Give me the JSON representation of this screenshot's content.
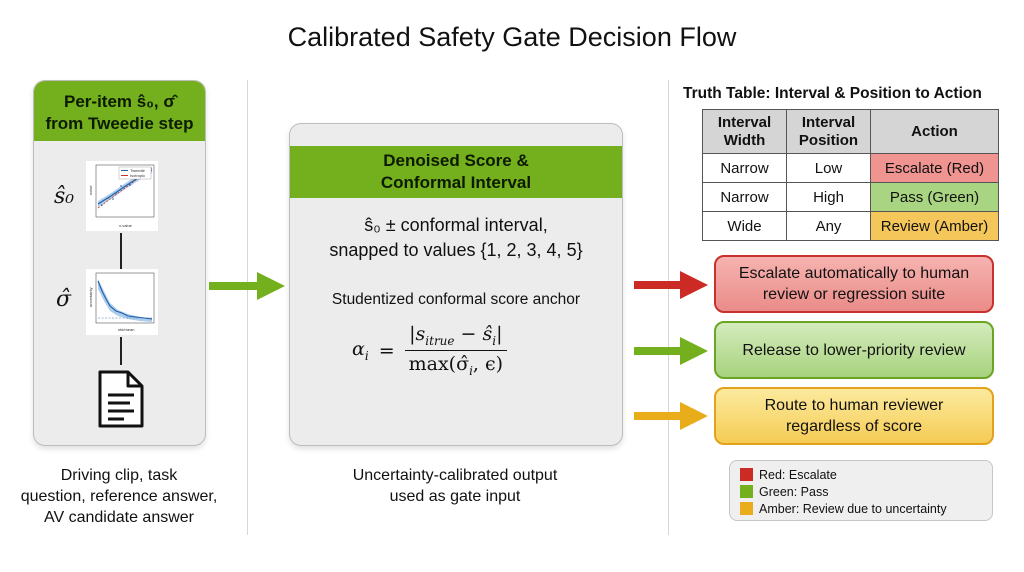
{
  "title": "Calibrated Safety Gate Decision Flow",
  "left_panel": {
    "header_line1": "Per-item ŝ₀, σ̂",
    "header_line2": "from Tweedie step",
    "label_s0": "ŝ₀",
    "label_sigma": "σ̂",
    "mini_chart_1": {
      "legend": [
        "Tweedie",
        "Isotropic"
      ],
      "xlabel": "x-value",
      "ylabel": "noise"
    },
    "mini_chart_2": {
      "xlabel": "std/mean",
      "ylabel": "uncertainty"
    },
    "doc_icon": "document-icon",
    "caption": [
      "Driving clip, task",
      "question, reference answer,",
      "AV candidate answer"
    ]
  },
  "middle_panel": {
    "header_line1": "Denoised Score &",
    "header_line2": "Conformal Interval",
    "line1": "ŝ₀ ± conformal interval,",
    "line2": "snapped to values {1, 2, 3, 4, 5}",
    "anchor_text": "Studentized conformal score anchor",
    "formula": {
      "lhs": "α",
      "lhs_sub": "i",
      "numerator": "|s",
      "numerator_sub": "itrue",
      "numerator_rest": " − ŝ",
      "numerator_sub2": "i",
      "numerator_end": "|",
      "denominator": "max(σ̂",
      "denominator_sub": "i",
      "denominator_rest": ", ϵ)"
    },
    "caption": [
      "Uncertainty-calibrated output",
      "used as gate input"
    ]
  },
  "truth_table": {
    "title": "Truth Table: Interval & Position to Action",
    "headers": [
      [
        "Interval",
        "Width"
      ],
      [
        "Interval",
        "Position"
      ],
      [
        "Action"
      ]
    ],
    "rows": [
      {
        "width": "Narrow",
        "position": "Low",
        "action": "Escalate (Red)"
      },
      {
        "width": "Narrow",
        "position": "High",
        "action": "Pass (Green)"
      },
      {
        "width": "Wide",
        "position": "Any",
        "action": "Review (Amber)"
      }
    ]
  },
  "actions": [
    {
      "lines": [
        "Escalate automatically to human",
        "review or regression suite"
      ]
    },
    {
      "lines": [
        "Release to lower-priority review"
      ]
    },
    {
      "lines": [
        "Route to human reviewer",
        "regardless of score"
      ]
    }
  ],
  "legend": [
    {
      "label": "Red: Escalate"
    },
    {
      "label": "Green: Pass"
    },
    {
      "label": "Amber: Review due to uncertainty"
    }
  ],
  "colors": {
    "green": "#74b01e",
    "red": "#cc2a24",
    "amber": "#e9ad1c",
    "red_fill": "#f0a5a3",
    "green_fill": "#bcdba0",
    "amber_fill": "#f8df86"
  }
}
